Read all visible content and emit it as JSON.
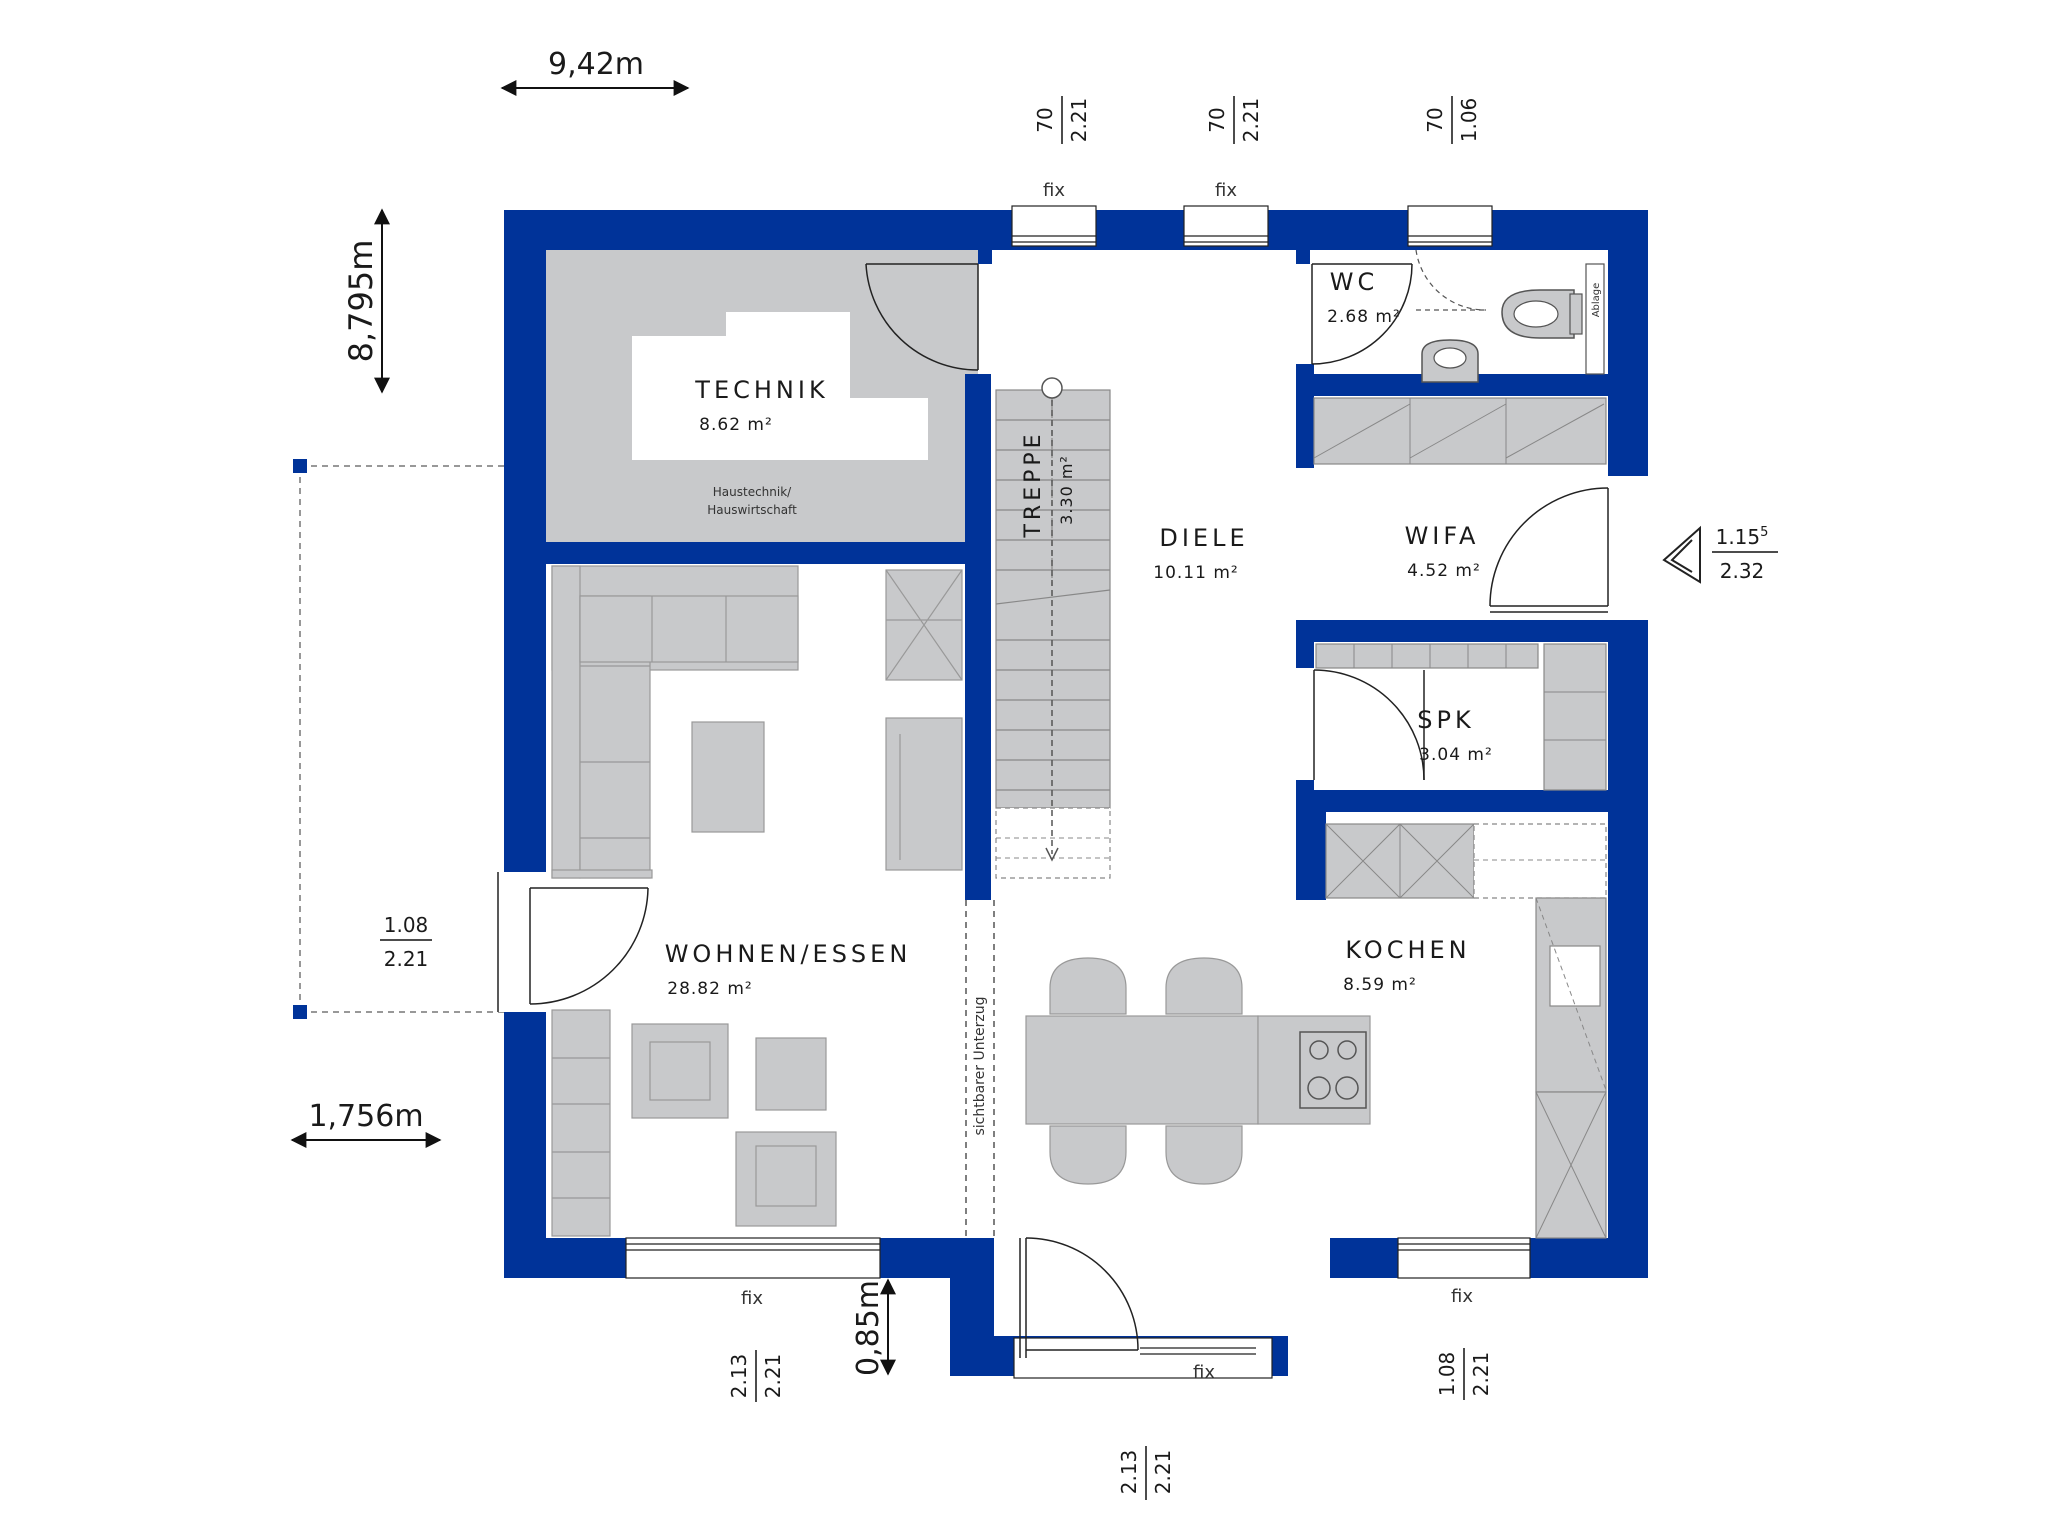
{
  "dimensions": {
    "overall_width": "9,42m",
    "overall_depth": "8,795m",
    "bay_depth": "1,756m",
    "entry_recess": "0,85m"
  },
  "rooms": {
    "technik": {
      "name": "TECHNIK",
      "area": "8.62 m²",
      "note_line1": "Haustechnik/",
      "note_line2": "Hauswirtschaft"
    },
    "treppe": {
      "name": "TREPPE",
      "area": "3.30 m²"
    },
    "diele": {
      "name": "DIELE",
      "area": "10.11 m²"
    },
    "wc": {
      "name": "WC",
      "area": "2.68 m²",
      "note": "Ablage"
    },
    "wifa": {
      "name": "WIFA",
      "area": "4.52 m²"
    },
    "spk": {
      "name": "SPK",
      "area": "3.04 m²"
    },
    "wohnen": {
      "name": "WOHNEN/ESSEN",
      "area": "28.82 m²"
    },
    "kochen": {
      "name": "KOCHEN",
      "area": "8.59 m²"
    }
  },
  "beam_label": "sichtbarer Unterzug",
  "window_fixed_label": "fix",
  "openings": {
    "top_1": {
      "width": "70",
      "height": "2.21"
    },
    "top_2": {
      "width": "70",
      "height": "2.21"
    },
    "top_3": {
      "width": "70",
      "height": "1.06"
    },
    "left_bay": {
      "width": "1.08",
      "height": "2.21"
    },
    "right_door": {
      "width": "1.15",
      "width_sup": "5",
      "height": "2.32"
    },
    "bottom_1": {
      "width": "2.13",
      "height": "2.21"
    },
    "bottom_2": {
      "width": "2.13",
      "height": "2.21"
    },
    "bottom_3": {
      "width": "1.08",
      "height": "2.21"
    }
  },
  "colors": {
    "wall": "#003399",
    "furniture": "#c8c9cb",
    "furniture_stroke": "#9a9b9d",
    "line": "#222222"
  }
}
